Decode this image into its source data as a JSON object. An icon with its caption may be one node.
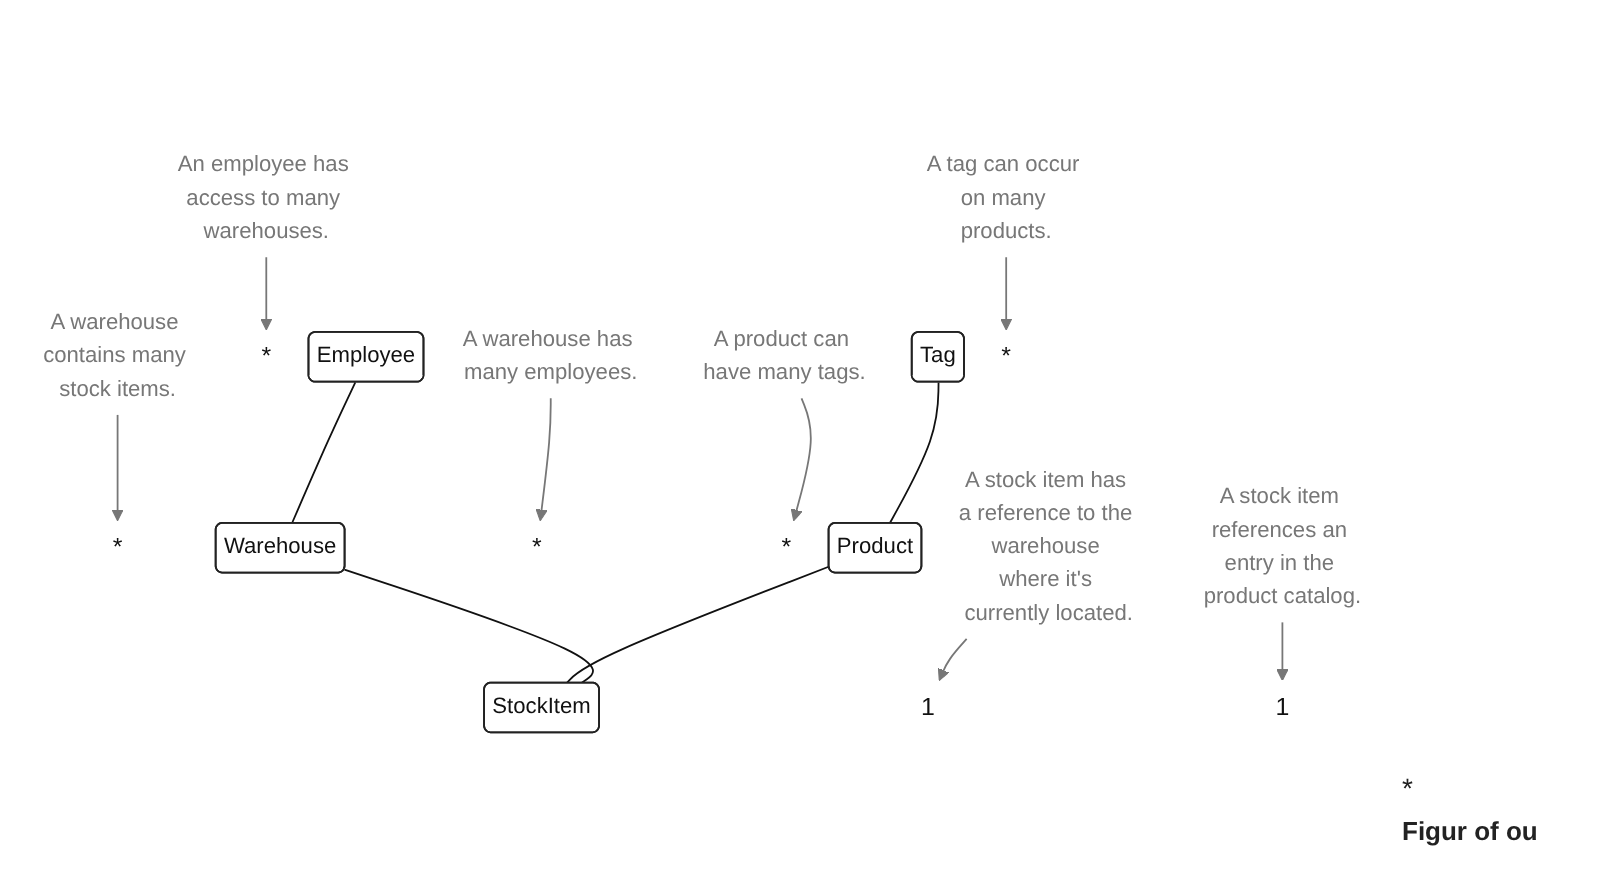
{
  "diagram": {
    "caption": "Figur of ou",
    "nodes": [
      {
        "text": [
          "Employee"
        ]
      },
      {
        "text": [
          "Tag"
        ]
      },
      {
        "text": [
          "Warehouse"
        ]
      },
      {
        "text": [
          "Product"
        ]
      },
      {
        "text": [
          "StockItem"
        ]
      },
      {
        "text": [
          "*"
        ]
      },
      {
        "text": [
          "*"
        ]
      },
      {
        "text": [
          "*"
        ]
      },
      {
        "text": [
          "*"
        ]
      },
      {
        "text": [
          "1"
        ]
      },
      {
        "text": [
          "*"
        ]
      },
      {
        "text": [
          "1"
        ]
      },
      {
        "text": [
          "An employee has access to many warehouses."
        ]
      },
      {
        "text": [
          "A warehouse has many employees."
        ]
      },
      {
        "text": [
          "A tag can occur on many products."
        ]
      },
      {
        "text": [
          "A product can have many tags."
        ]
      },
      {
        "text": [
          "A warehouse contains many stock items."
        ]
      },
      {
        "text": [
          "A stock item has a reference to the warehouse where it's currently located."
        ]
      },
      {
        "text": [
          "A stock item references an entry in the product catalog."
        ]
      }
    ],
    "edges": [
      {
        "from": 0,
        "to": 2,
        "arrow": "none",
        "color": "#111111"
      },
      {
        "from": 1,
        "to": 3,
        "arrow": "none",
        "color": "#111111"
      },
      {
        "from": 2,
        "to": 4,
        "arrow": "none",
        "color": "#111111"
      },
      {
        "from": 3,
        "to": 4,
        "arrow": "none",
        "color": "#111111"
      },
      {
        "from": 12,
        "to": 5,
        "arrow": "to"
      },
      {
        "from": 13,
        "to": 6,
        "arrow": "to"
      },
      {
        "from": 14,
        "to": 8,
        "arrow": "to"
      },
      {
        "from": 15,
        "to": 7,
        "arrow": "to"
      },
      {
        "from": 16,
        "to": 10,
        "arrow": "to"
      },
      {
        "from": 17,
        "to": 9,
        "arrow": "to"
      },
      {
        "from": 18,
        "to": 11,
        "arrow": "to"
      }
    ],
    "labels": [
      "*"
    ]
  }
}
